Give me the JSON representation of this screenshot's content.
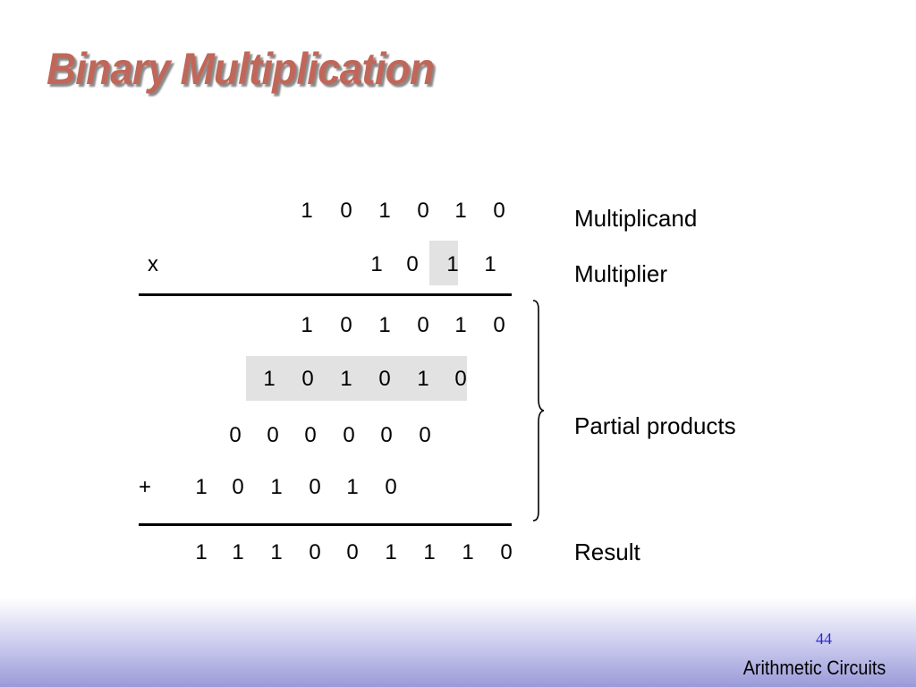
{
  "slide": {
    "title": "Binary Multiplication",
    "page_number": "44",
    "footer_title": "Arithmetic Circuits"
  },
  "multiplication": {
    "multiplicand": [
      "1",
      "0",
      "1",
      "0",
      "1",
      "0"
    ],
    "multiplier": [
      "1",
      "0",
      "1",
      "1"
    ],
    "times_symbol": "x",
    "partial_products": [
      [
        "1",
        "0",
        "1",
        "0",
        "1",
        "0"
      ],
      [
        "1",
        "0",
        "1",
        "0",
        "1",
        "0"
      ],
      [
        "0",
        "0",
        "0",
        "0",
        "0",
        "0"
      ],
      [
        "1",
        "0",
        "1",
        "0",
        "1",
        "0"
      ]
    ],
    "plus_symbol": "+",
    "result": [
      "1",
      "1",
      "1",
      "0",
      "0",
      "1",
      "1",
      "1",
      "0"
    ]
  },
  "labels": {
    "multiplicand": "Multiplicand",
    "multiplier": "Multiplier",
    "partial_products": "Partial products",
    "result": "Result"
  }
}
